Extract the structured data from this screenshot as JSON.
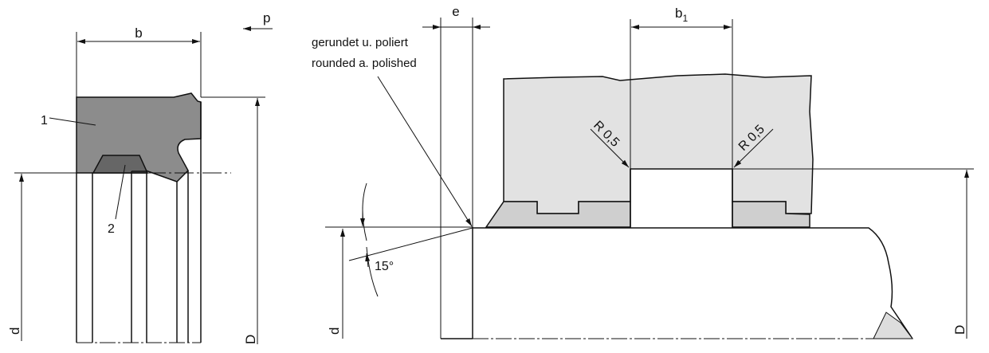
{
  "left_view": {
    "dim_b": "b",
    "dim_d": "d",
    "dim_D": "D",
    "pressure": "p",
    "part_1": "1",
    "part_2": "2"
  },
  "right_view": {
    "dim_e": "e",
    "dim_b1_main": "b",
    "dim_b1_sub": "1",
    "note_de": "gerundet u. poliert",
    "note_en": "rounded a. polished",
    "radius_left": "R 0,5",
    "radius_right": "R 0,5",
    "angle": "15°",
    "dim_d": "d",
    "dim_D": "D"
  },
  "colors": {
    "seal_body": "#8c8c8c",
    "seal_insert": "#666666",
    "housing": "#e2e2e2",
    "seal_installed": "#cfcfcf",
    "line": "#111111"
  }
}
